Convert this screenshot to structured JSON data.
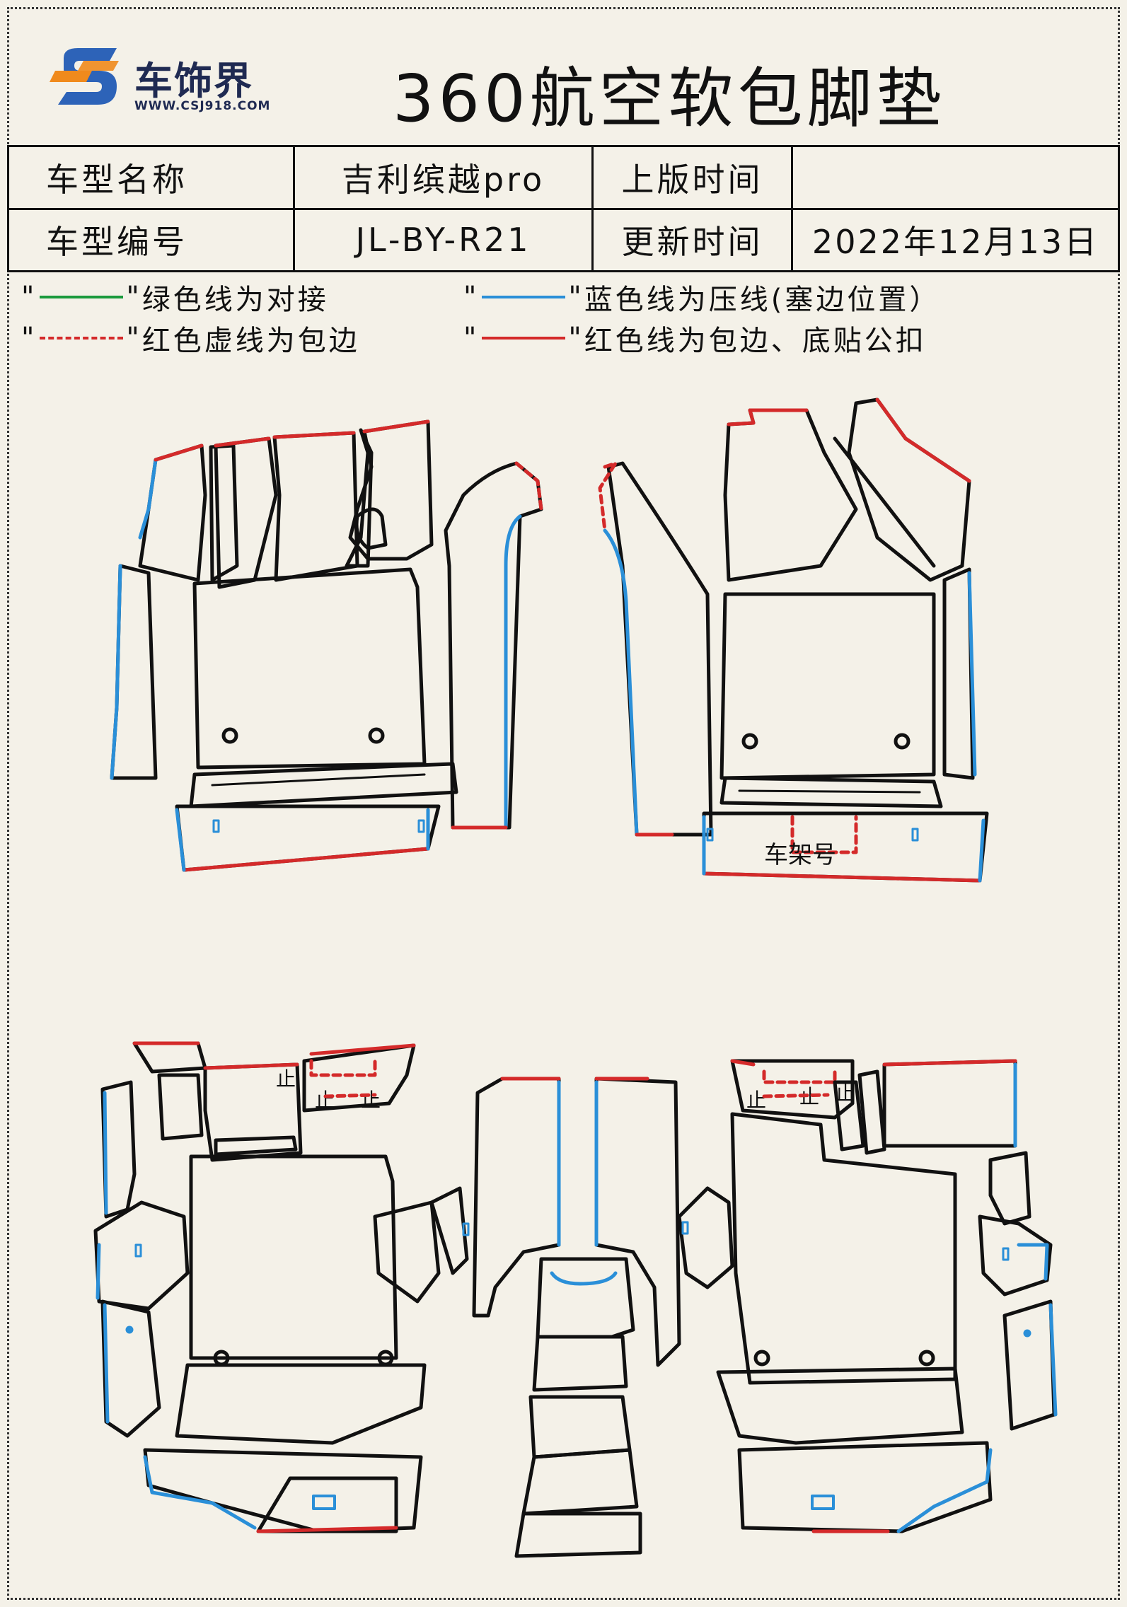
{
  "brand": {
    "name": "车饰界",
    "url": "WWW.CSJ918.COM",
    "colors": {
      "blue": "#2d63b8",
      "orange": "#f08a1c",
      "navy": "#1f2a52"
    }
  },
  "title": "360航空软包脚垫",
  "info": {
    "model_name_label": "车型名称",
    "model_name_value": "吉利缤越pro",
    "plate_time_label": "上版时间",
    "plate_time_value": "",
    "model_code_label": "车型编号",
    "model_code_value": "JL-BY-R21",
    "update_time_label": "更新时间",
    "update_time_value": "2022年12月13日"
  },
  "legend": [
    {
      "quote_open": "\"",
      "quote_close": "\"",
      "text": "绿色线为对接",
      "color": "#1a9a3c",
      "style": "solid"
    },
    {
      "quote_open": "\"",
      "quote_close": "\"",
      "text": "蓝色线为压线(塞边位置）",
      "color": "#2a8fd8",
      "style": "solid"
    },
    {
      "quote_open": "\"",
      "quote_close": "\"",
      "text": "红色虚线为包边",
      "color": "#d42a2a",
      "style": "dashed"
    },
    {
      "quote_open": "\"",
      "quote_close": "\"",
      "text": "红色线为包边、底贴公扣",
      "color": "#d42a2a",
      "style": "solid"
    }
  ],
  "diagram": {
    "frame_number_label": "车架号",
    "notch_label": "止",
    "line_colors": {
      "outline": "#111111",
      "blue": "#2a8fd8",
      "red": "#d42a2a"
    }
  }
}
